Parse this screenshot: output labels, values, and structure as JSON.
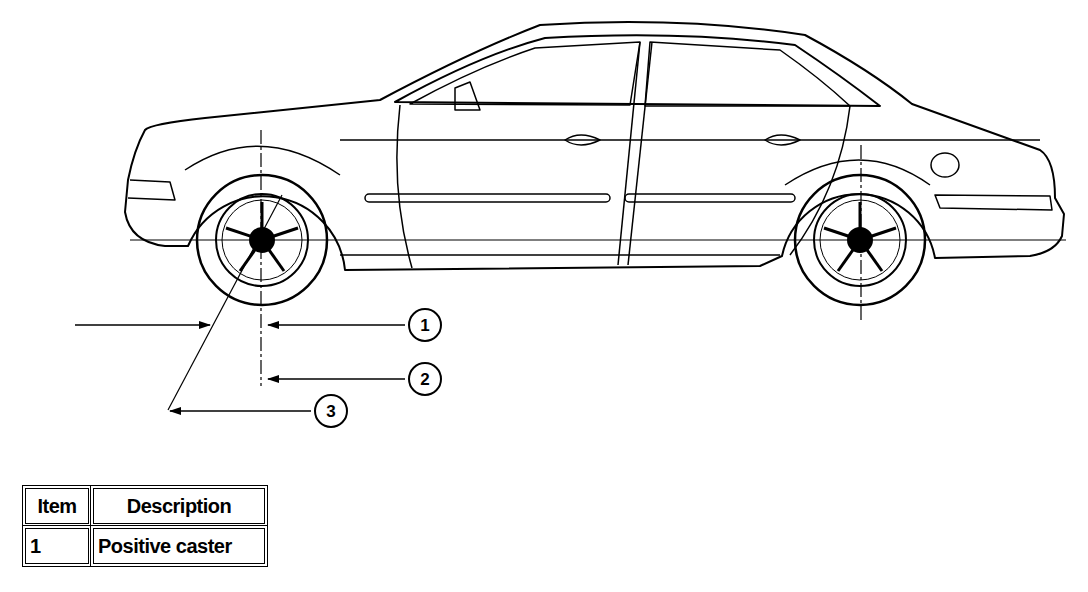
{
  "diagram": {
    "nodes": [
      {
        "text": [
          "1"
        ]
      },
      {
        "text": [
          "2"
        ]
      },
      {
        "text": [
          "3"
        ]
      }
    ],
    "labels": [
      "Item",
      "Description",
      "1",
      "Positive caster"
    ]
  }
}
